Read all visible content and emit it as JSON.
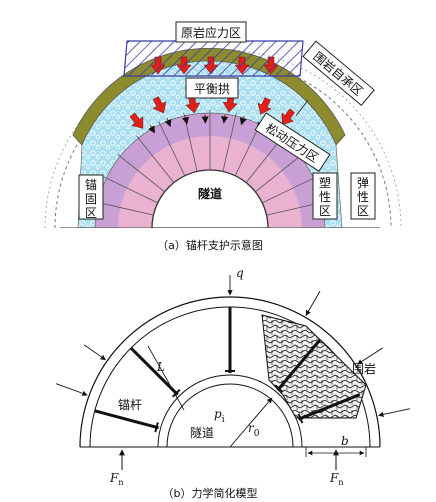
{
  "fig_a": {
    "original_rock_zone": "原岩应力区",
    "balance_arch": "平衡拱",
    "self_bearing_zone": "围岩自承区",
    "loose_pressure_zone": "松动压力区",
    "anchor_zone_lines": [
      "锚",
      "固",
      "区"
    ],
    "plastic_zone_lines": [
      "塑",
      "性",
      "区"
    ],
    "elastic_zone_lines": [
      "弹",
      "性",
      "区"
    ],
    "tunnel": "隧道",
    "caption": "（a）锚杆支护示意图",
    "colors": {
      "arch_band": "#8c8b2e",
      "loose_zone": "#a9dff0",
      "plastic_zone": "#c9a0d6",
      "anchor_zone": "#f4b8cf",
      "pressure_arrow": "#e0211b",
      "hatch_box": "#3a3aa6"
    }
  },
  "fig_b": {
    "q": "q",
    "L": "L",
    "p": "p",
    "p_sub": "i",
    "r": "r",
    "r_sub": "0",
    "b": "b",
    "Fn1": "F",
    "Fn1_sub": "n",
    "Fn2": "F",
    "Fn2_sub": "n",
    "anchor_rod": "锚杆",
    "tunnel": "隧道",
    "surrounding_rock": "围岩",
    "caption": "（b）力学简化模型"
  }
}
